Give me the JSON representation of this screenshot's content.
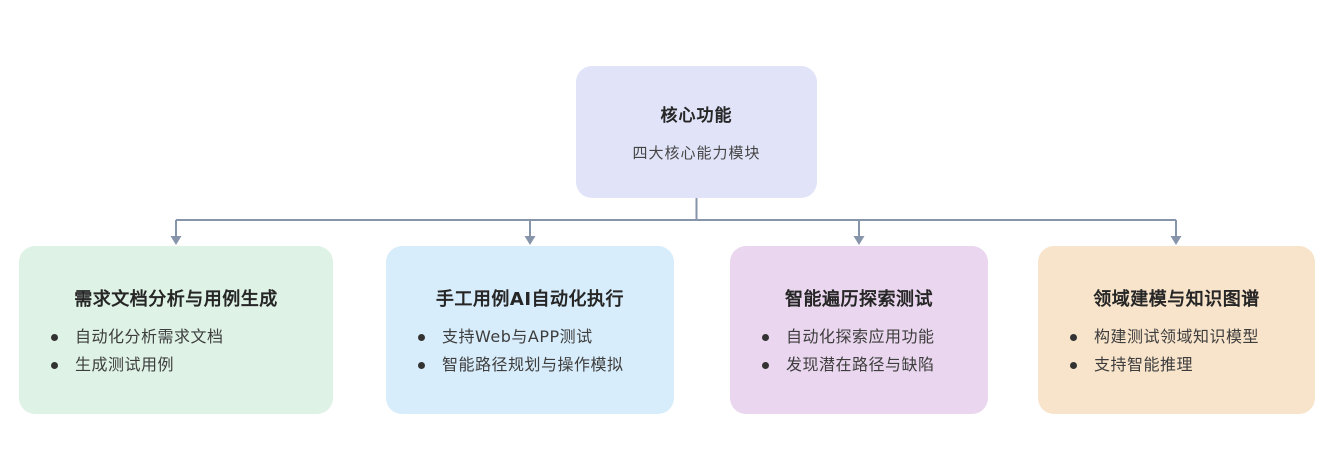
{
  "diagram": {
    "root": {
      "title": "核心功能",
      "subtitle": "四大核心能力模块",
      "bg": "#e1e4f9"
    },
    "cards": [
      {
        "title": "需求文档分析与用例生成",
        "bullets": [
          "自动化分析需求文档",
          "生成测试用例"
        ],
        "bg": "#def2e6"
      },
      {
        "title": "手工用例AI自动化执行",
        "bullets": [
          "支持Web与APP测试",
          "智能路径规划与操作模拟"
        ],
        "bg": "#d8edfb"
      },
      {
        "title": "智能遍历探索测试",
        "bullets": [
          "自动化探索应用功能",
          "发现潜在路径与缺陷"
        ],
        "bg": "#ead7ef"
      },
      {
        "title": "领域建模与知识图谱",
        "bullets": [
          "构建测试领域知识模型",
          "支持智能推理"
        ],
        "bg": "#f8e4cb"
      }
    ],
    "connector_color": "#8795ab"
  }
}
